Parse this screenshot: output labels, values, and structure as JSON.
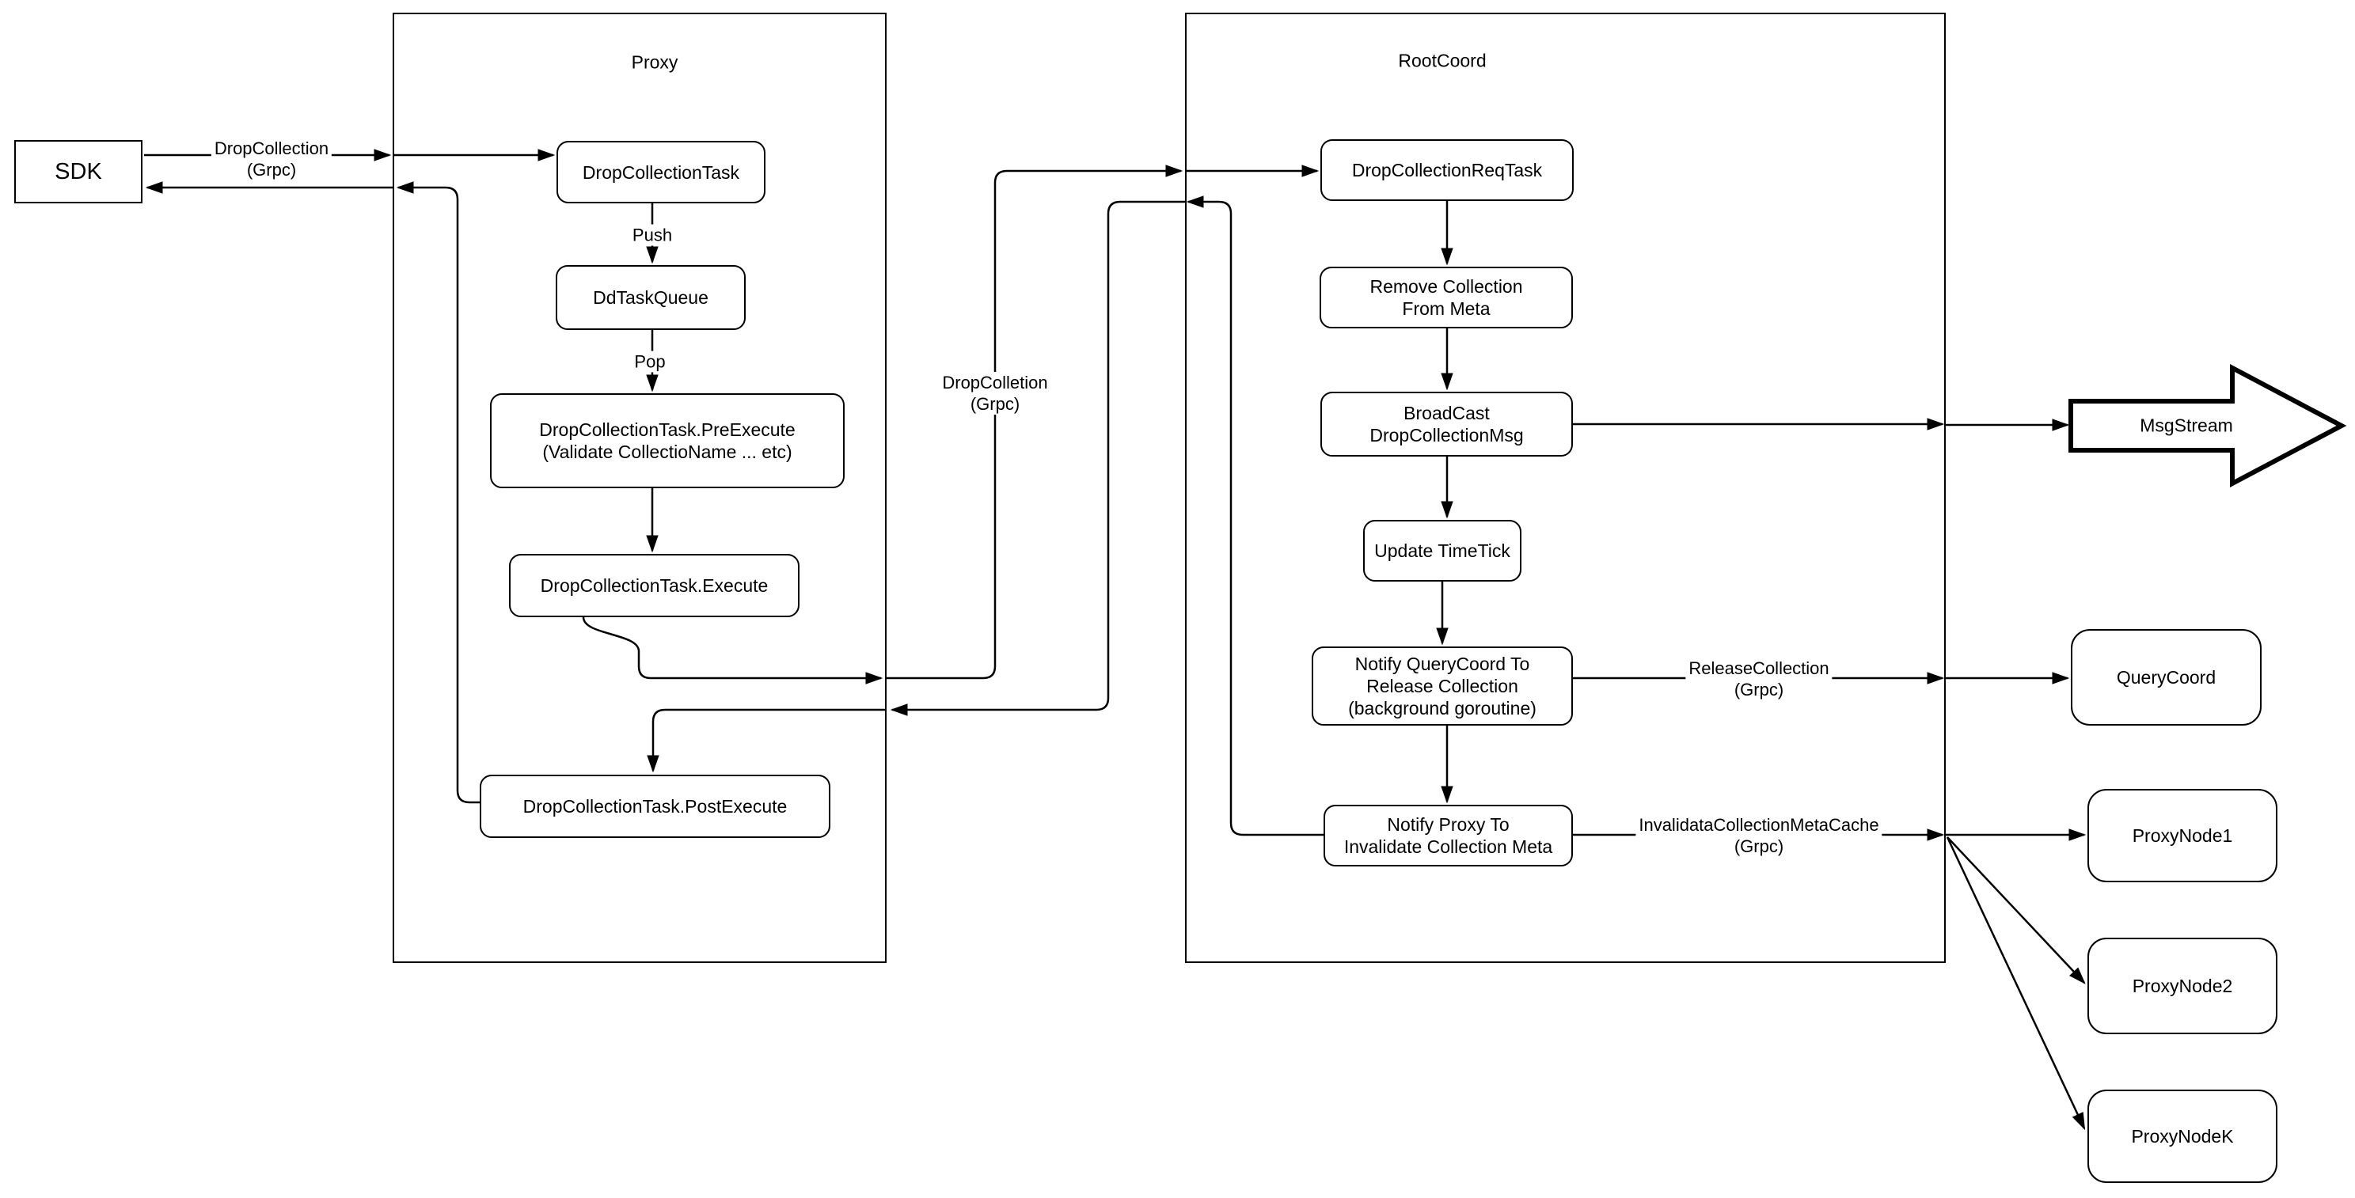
{
  "diagram": {
    "containers": {
      "proxy": "Proxy",
      "rootcoord": "RootCoord"
    },
    "nodes": {
      "sdk": "SDK",
      "drop_collection_task": "DropCollectionTask",
      "dd_task_queue": "DdTaskQueue",
      "pre_execute": "DropCollectionTask.PreExecute\n(Validate CollectioName ... etc)",
      "execute": "DropCollectionTask.Execute",
      "post_execute": "DropCollectionTask.PostExecute",
      "req_task": "DropCollectionReqTask",
      "remove_meta": "Remove Collection\nFrom Meta",
      "broadcast": "BroadCast\nDropCollectionMsg",
      "update_timetick": "Update TimeTick",
      "notify_querycoord": "Notify QueryCoord To\nRelease Collection\n(background goroutine)",
      "notify_proxy": "Notify Proxy To\nInvalidate Collection Meta",
      "msgstream": "MsgStream",
      "querycoord": "QueryCoord",
      "proxynode1": "ProxyNode1",
      "proxynode2": "ProxyNode2",
      "proxynodek": "ProxyNodeK"
    },
    "edge_labels": {
      "sdk_grpc": "DropCollection\n(Grpc)",
      "push": "Push",
      "pop": "Pop",
      "mid_grpc": "DropColletion\n(Grpc)",
      "release": "ReleaseCollection\n(Grpc)",
      "invalidate": "InvalidataCollectionMetaCache\n(Grpc)"
    },
    "colors": {
      "stroke": "#000000",
      "background": "#ffffff"
    }
  }
}
